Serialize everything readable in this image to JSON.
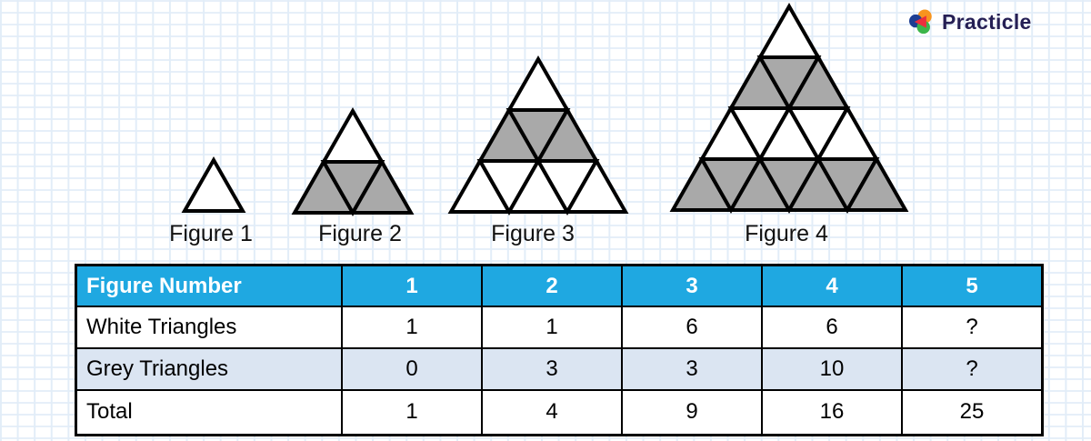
{
  "logo": {
    "text": "Practicle",
    "icon": "practicle-trefoil-icon",
    "colors": {
      "text": "#251F54",
      "orange": "#F7941E",
      "red": "#EC2E3D",
      "blue": "#1D3E93",
      "green": "#3BB54A"
    }
  },
  "figures": [
    {
      "label": "Figure 1",
      "pattern": [
        "w"
      ]
    },
    {
      "label": "Figure 2",
      "pattern": [
        "w",
        "ggg"
      ]
    },
    {
      "label": "Figure 3",
      "pattern": [
        "w",
        "ggg",
        "wwwww"
      ]
    },
    {
      "label": "Figure 4",
      "pattern": [
        "w",
        "ggg",
        "wwwww",
        "ggggggg"
      ]
    }
  ],
  "triangle_colors": {
    "white": "#FFFFFF",
    "grey": "#A9A9A9",
    "outline": "#000000"
  },
  "table": {
    "header_label": "Figure Number",
    "columns": [
      "1",
      "2",
      "3",
      "4",
      "5"
    ],
    "rows": [
      {
        "label": "White Triangles",
        "values": [
          "1",
          "1",
          "6",
          "6",
          "?"
        ],
        "banded": false
      },
      {
        "label": "Grey Triangles",
        "values": [
          "0",
          "3",
          "3",
          "10",
          "?"
        ],
        "banded": true
      },
      {
        "label": "Total",
        "values": [
          "1",
          "4",
          "9",
          "16",
          "25"
        ],
        "banded": false
      }
    ],
    "colors": {
      "header_bg": "#1FA8E1",
      "header_text": "#FFFFFF",
      "band_bg": "#DBE5F2",
      "border": "#000000"
    }
  }
}
